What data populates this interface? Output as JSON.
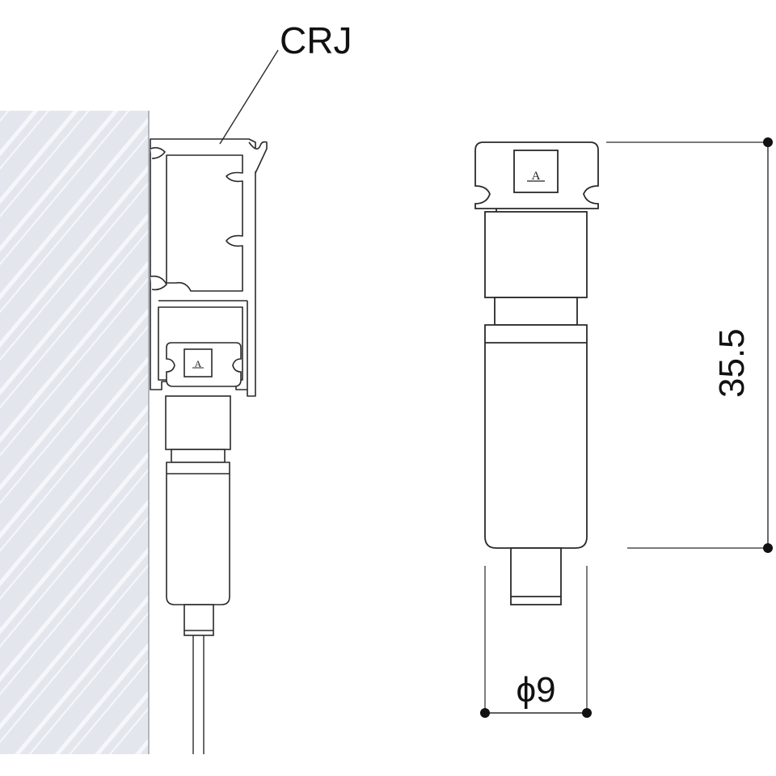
{
  "labels": {
    "product_code": "CRJ",
    "height_dimension": "35.5",
    "diameter_dimension": "ϕ9",
    "logo_letter": "A"
  },
  "colors": {
    "wall_fill": "#e2e6ec",
    "stroke": "#2a2a2a",
    "wall_hatch": "#f4f6f9"
  }
}
